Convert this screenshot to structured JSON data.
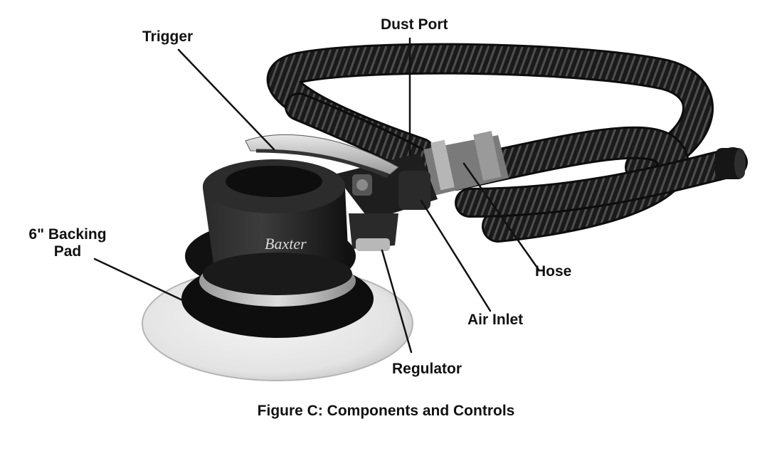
{
  "labels": {
    "trigger": "Trigger",
    "dust_port": "Dust Port",
    "backing_pad_line1": "6\" Backing",
    "backing_pad_line2": "Pad",
    "hose": "Hose",
    "air_inlet": "Air Inlet",
    "regulator": "Regulator"
  },
  "brand": "Baxter",
  "caption": "Figure C:  Components and Controls"
}
